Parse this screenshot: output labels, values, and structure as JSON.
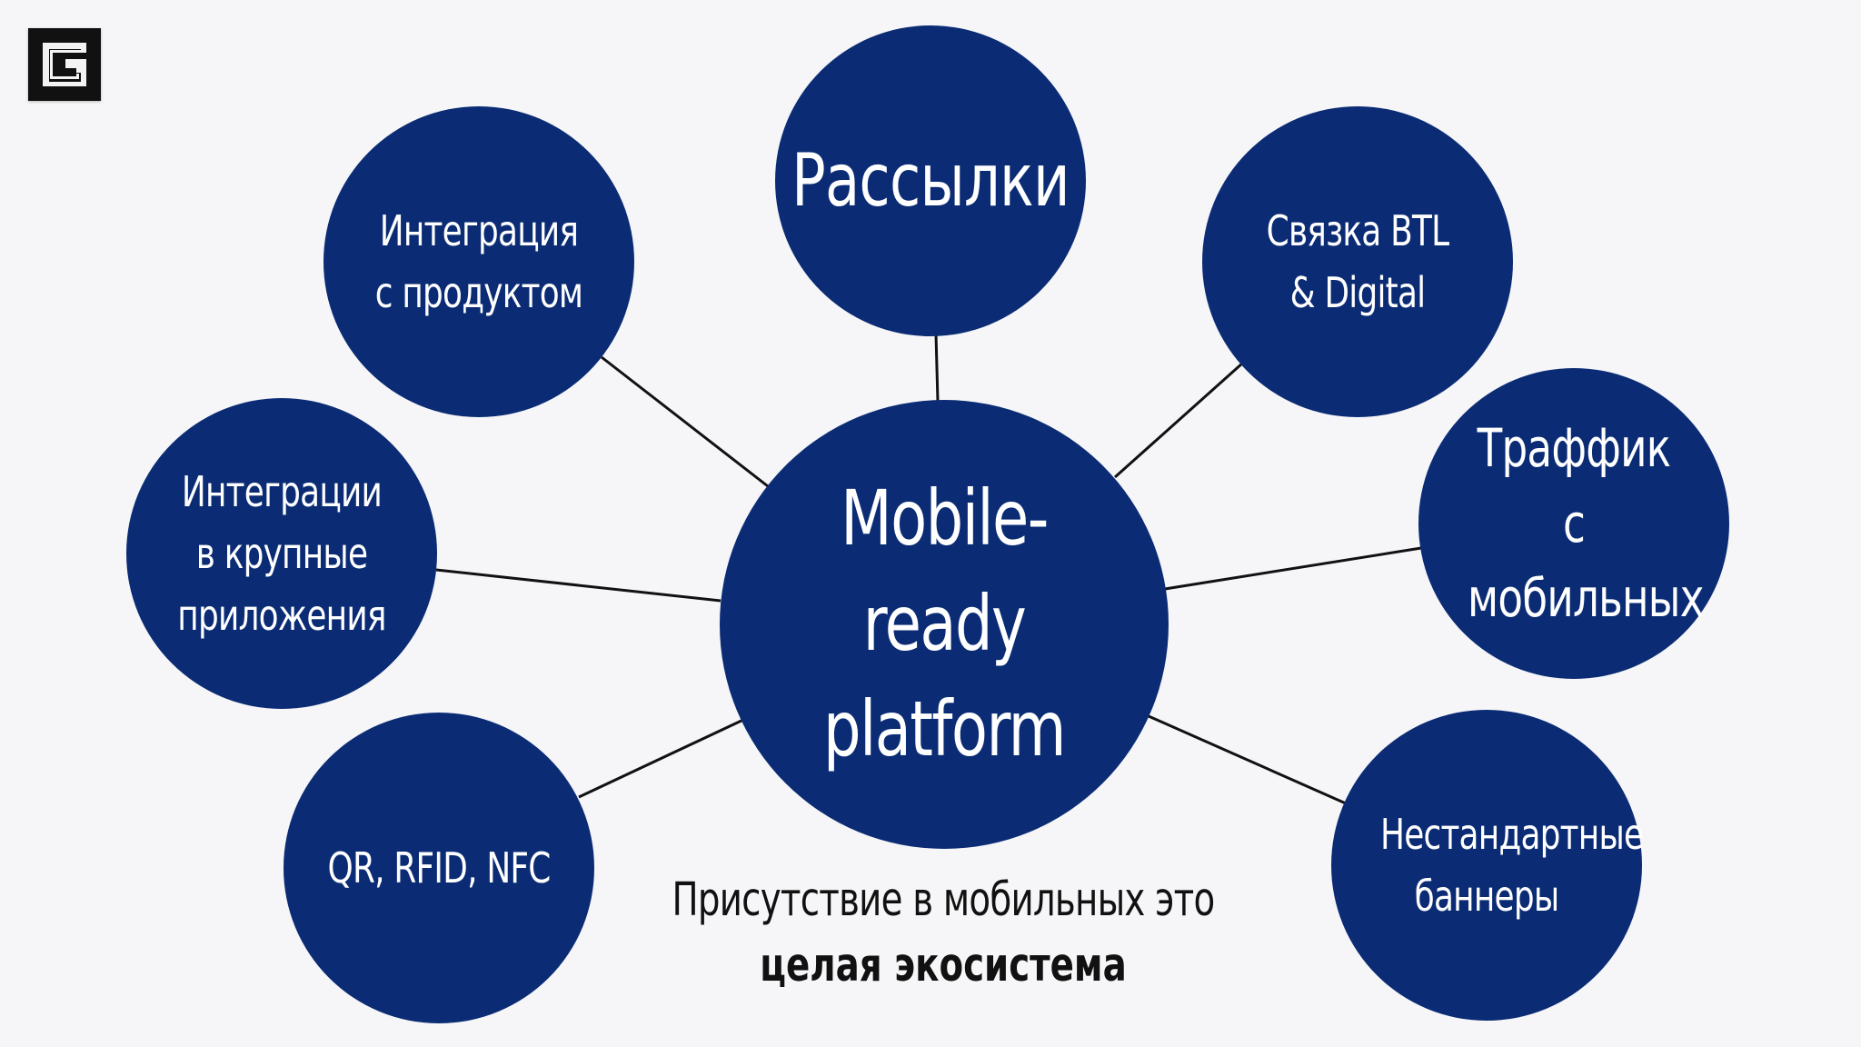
{
  "diagram": {
    "center": {
      "label": "Mobile-ready platform"
    },
    "nodes": [
      {
        "id": "rassylki",
        "label": "Рассылки"
      },
      {
        "id": "integration-product",
        "label": "Интеграция с продуктом"
      },
      {
        "id": "btl-digital",
        "label": "Связка BTL & Digital"
      },
      {
        "id": "integration-apps",
        "label": "Интеграции в крупные приложения"
      },
      {
        "id": "mobile-traffic",
        "label": "Траффик с мобильных"
      },
      {
        "id": "qr-rfid-nfc",
        "label": "QR, RFID, NFC"
      },
      {
        "id": "banners",
        "label": "Нестандартные баннеры"
      }
    ]
  },
  "caption": {
    "line1": "Присутствие в мобильных это",
    "line2": "целая экосистема"
  },
  "colors": {
    "background": "#f6f6f8",
    "node_fill": "#0b2c74",
    "node_text": "#ffffff",
    "connector": "#111111",
    "caption_text": "#111111",
    "logo": "#111111"
  },
  "icons": {
    "logo": "g-square-logo-icon"
  }
}
